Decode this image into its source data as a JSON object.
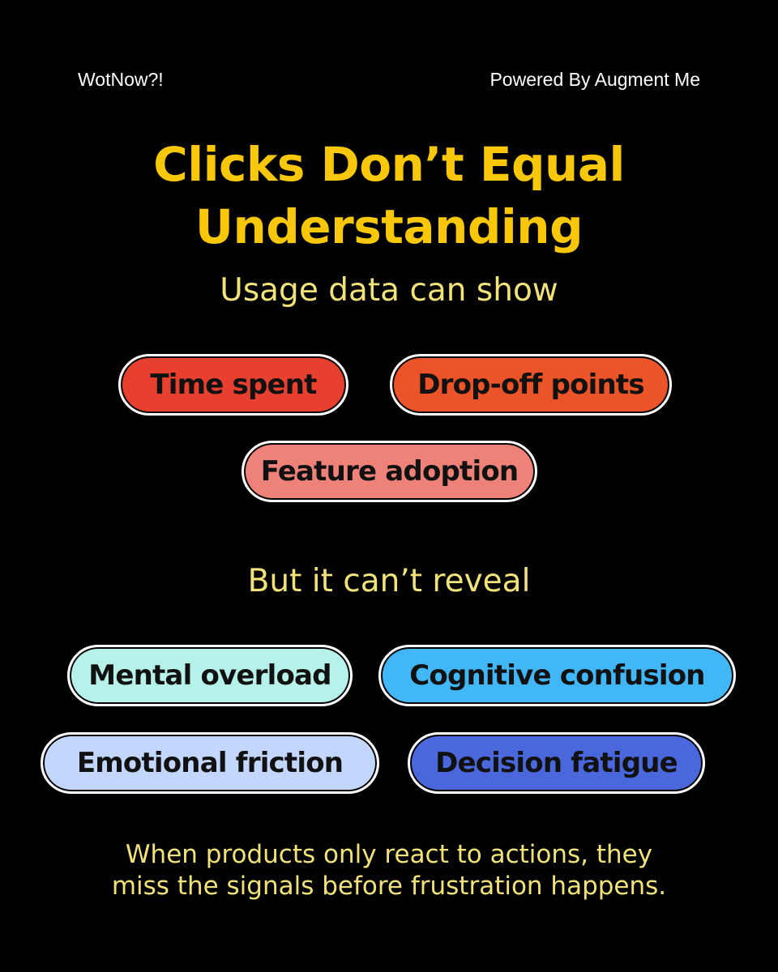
{
  "brand": {
    "left": "WotNow?!",
    "right": "Powered By Augment Me"
  },
  "title": {
    "line1": "Clicks Don’t Equal",
    "line2": "Understanding"
  },
  "shows": {
    "heading": "Usage data can show",
    "items": [
      {
        "label": "Time spent",
        "color": "#e8402f"
      },
      {
        "label": "Drop-off points",
        "color": "#ea5428"
      },
      {
        "label": "Feature adoption",
        "color": "#ee8278"
      }
    ]
  },
  "reveals": {
    "heading": "But it can’t reveal",
    "items": [
      {
        "label": "Mental overload",
        "color": "#b6f2ea"
      },
      {
        "label": "Cognitive confusion",
        "color": "#41b7f8"
      },
      {
        "label": "Emotional friction",
        "color": "#c3d6fd"
      },
      {
        "label": "Decision fatigue",
        "color": "#4a67dc"
      }
    ]
  },
  "footer": {
    "line1": "When products only react to actions, they",
    "line2": "miss the signals before frustration happens."
  }
}
